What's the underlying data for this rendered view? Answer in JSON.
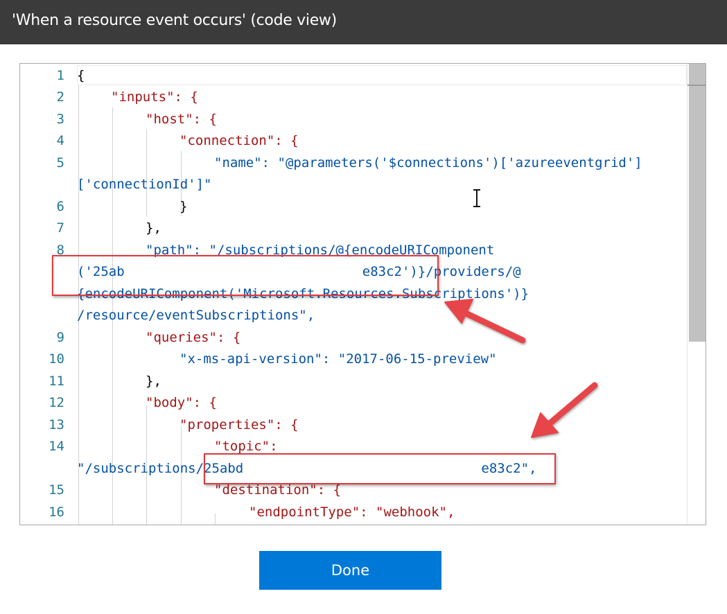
{
  "dialog": {
    "title": "'When a resource event occurs' (code view)"
  },
  "editor": {
    "lines": [
      {
        "num": "1",
        "text": "{"
      },
      {
        "num": "2",
        "text": "\"inputs\": {"
      },
      {
        "num": "3",
        "text": "\"host\": {"
      },
      {
        "num": "4",
        "text": "\"connection\": {"
      },
      {
        "num": "5",
        "text": "\"name\": \"@parameters('$connections')['azureeventgrid']"
      },
      {
        "num": "",
        "text": "['connectionId']\""
      },
      {
        "num": "6",
        "text": "}"
      },
      {
        "num": "7",
        "text": "},"
      },
      {
        "num": "8",
        "text": "\"path\": \"/subscriptions/@{encodeURIComponent"
      },
      {
        "num": "",
        "text": "('25ab                              e83c2')}/providers/@"
      },
      {
        "num": "",
        "text": "{encodeURIComponent('Microsoft.Resources.Subscriptions')}"
      },
      {
        "num": "",
        "text": "/resource/eventSubscriptions\","
      },
      {
        "num": "9",
        "text": "\"queries\": {"
      },
      {
        "num": "10",
        "text": "\"x-ms-api-version\": \"2017-06-15-preview\""
      },
      {
        "num": "11",
        "text": "},"
      },
      {
        "num": "12",
        "text": "\"body\": {"
      },
      {
        "num": "13",
        "text": "\"properties\": {"
      },
      {
        "num": "14",
        "text": "\"topic\":"
      },
      {
        "num": "",
        "text": "\"/subscriptions/25abd                              e83c2\","
      },
      {
        "num": "15",
        "text": "\"destination\": {"
      },
      {
        "num": "16",
        "text": "\"endpointType\": \"webhook\","
      }
    ]
  },
  "buttons": {
    "done_label": "Done"
  },
  "colors": {
    "title_bar": "#3b3b3b",
    "key": "#a31515",
    "string": "#0451a5",
    "line_number": "#237893",
    "highlight": "#e0393e",
    "primary_button": "#0078d7"
  },
  "icons": {
    "text_cursor": "i-beam-cursor-icon",
    "callout_arrow": "arrow-icon"
  }
}
